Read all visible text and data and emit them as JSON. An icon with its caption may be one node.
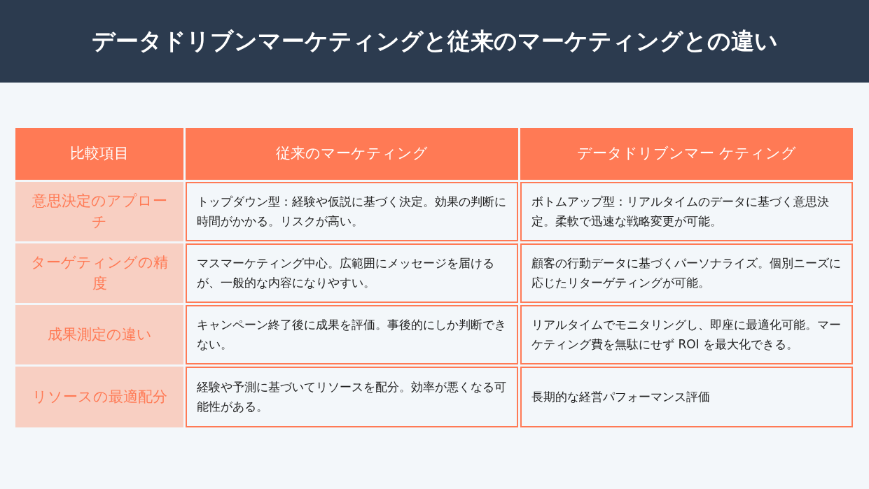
{
  "diagram": {
    "title": "データドリブンマーケティングと従来のマーケティングとの違い",
    "labels": [
      "比較項目",
      "従来のマーケティング",
      "データドリブンマー ケティング",
      "意思決定のアプローチ",
      "トップダウン型：経験や仮説に基づく決定。効果の判断に時間がかかる。リスクが高い。",
      "ボトムアップ型：リアルタイムのデータに基づく意思決定。柔軟で迅速な戦略変更が可能。",
      "ターゲティングの精度",
      "マスマーケティング中心。広範囲にメッセージを届けるが、一般的な内容になりやすい。",
      "顧客の行動データに基づくパーソナライズ。個別ニーズに応じたリターゲティングが可能。",
      "成果測定の違い",
      "キャンペーン終了後に成果を評価。事後的にしか判断できない。",
      "リアルタイムでモニタリングし、即座に最適化可能。マーケティング費を無駄にせず ROI を最大化できる。",
      "リソースの最適配分",
      "経験や予測に基づいてリソースを配分。効率が悪くなる可能性がある。",
      "長期的な経営パフォーマンス評価"
    ]
  }
}
